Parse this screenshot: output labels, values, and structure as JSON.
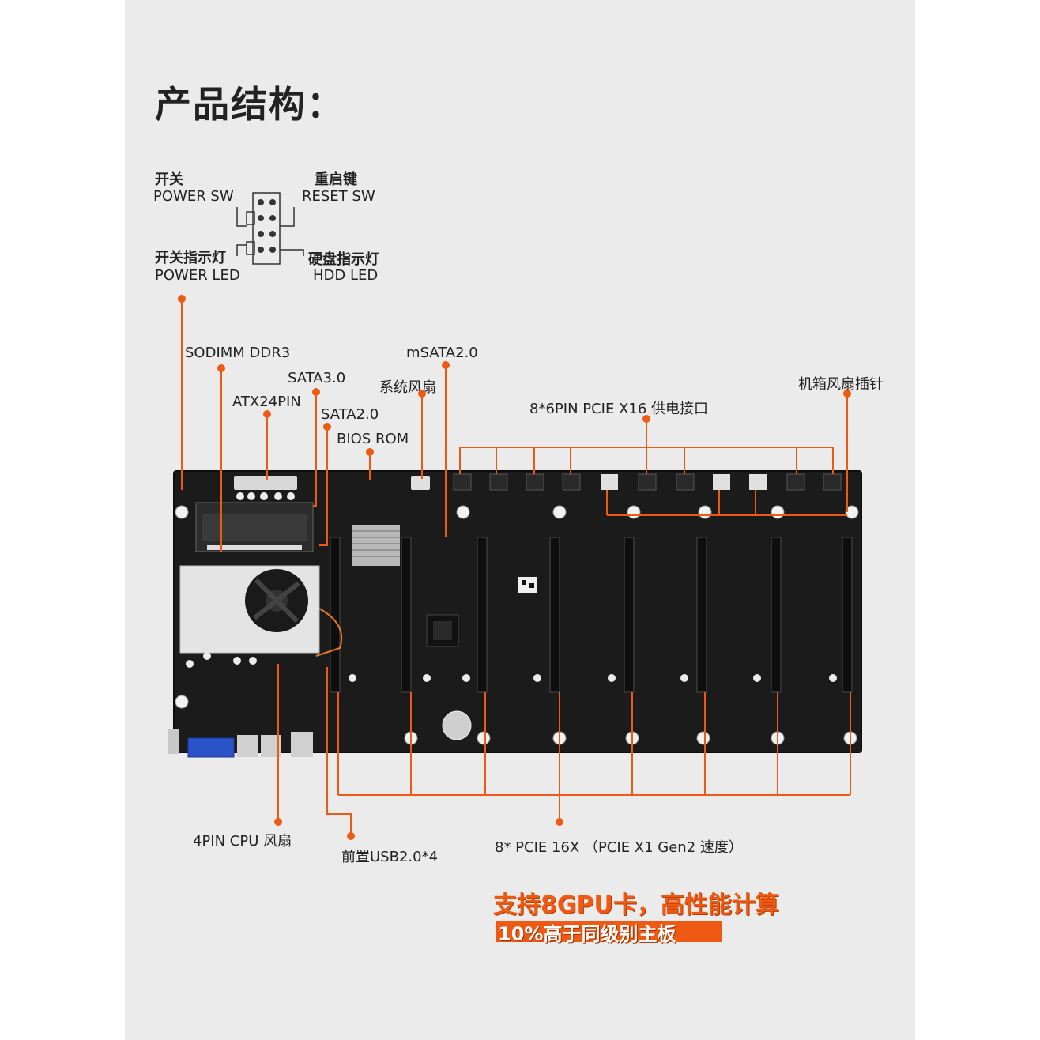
{
  "heading": "产品结构：",
  "header_labels": {
    "power_sw_cn": "开关",
    "power_sw_en": "POWER SW",
    "reset_sw_cn": "重启键",
    "reset_sw_en": "RESET SW",
    "power_led_cn": "开关指示灯",
    "power_led_en": "POWER LED",
    "hdd_led_cn": "硬盘指示灯",
    "hdd_led_en": "HDD  LED"
  },
  "callouts": {
    "sodimm": "SODIMM DDR3",
    "sata3": "SATA3.0",
    "atx24": "ATX24PIN",
    "sata2": "SATA2.0",
    "bios": "BIOS ROM",
    "msata": "mSATA2.0",
    "sys_fan": "系统风扇",
    "pcie_power": "8*6PIN PCIE X16 供电接口",
    "case_fan": "机箱风扇插针",
    "cpu_fan": "4PIN CPU 风扇",
    "usb": "前置USB2.0*4",
    "pcie_slots": "8* PCIE 16X （PCIE X1 Gen2 速度）"
  },
  "promo": {
    "line1": "支持8GPU卡，高性能计算",
    "line2": "10%高于同级别主板"
  },
  "colors": {
    "accent": "#ee5a14",
    "board": "#1b1b1b",
    "panel_bg": "#ebebeb"
  }
}
